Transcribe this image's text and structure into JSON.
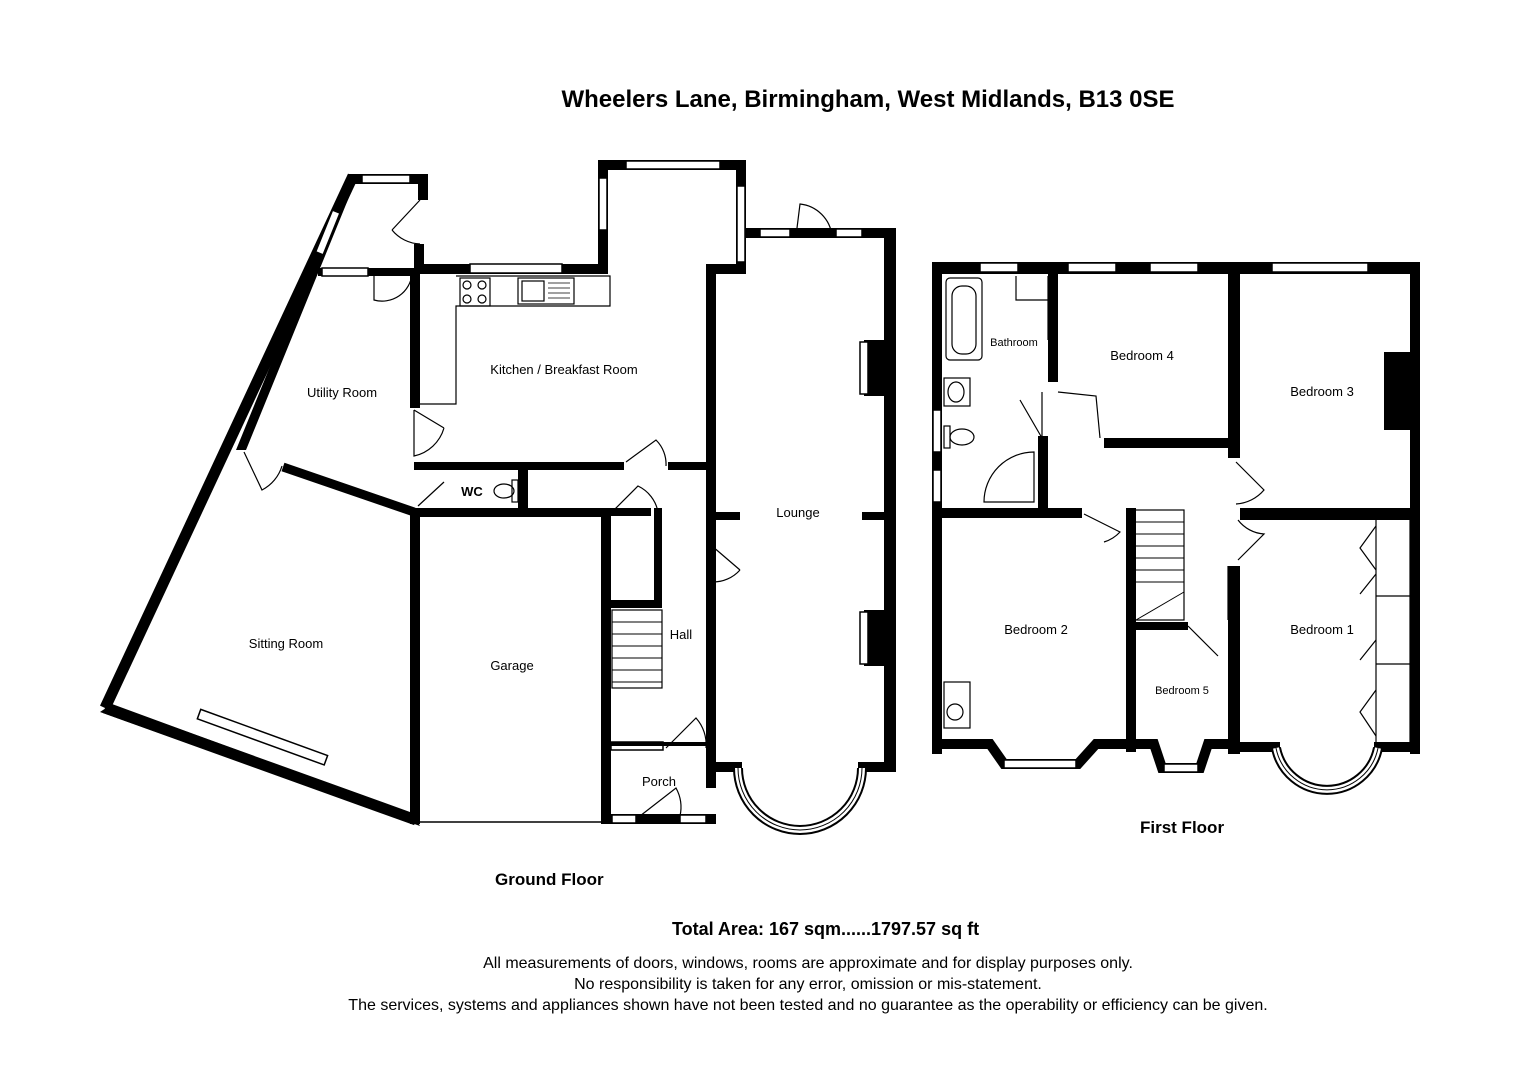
{
  "title": "Wheelers Lane, Birmingham, West Midlands, B13 0SE",
  "ground_floor": {
    "label": "Ground Floor",
    "rooms": {
      "utility": "Utility Room",
      "kitchen": "Kitchen / Breakfast Room",
      "lounge": "Lounge",
      "wc": "WC",
      "sitting": "Sitting Room",
      "garage": "Garage",
      "hall": "Hall",
      "porch": "Porch"
    }
  },
  "first_floor": {
    "label": "First Floor",
    "rooms": {
      "bathroom": "Bathroom",
      "bedroom4": "Bedroom 4",
      "bedroom3": "Bedroom 3",
      "bedroom2": "Bedroom 2",
      "bedroom1": "Bedroom 1",
      "bedroom5": "Bedroom 5"
    }
  },
  "total_area": "Total Area: 167 sqm......1797.57 sq ft",
  "disclaimer": [
    "All measurements of doors, windows, rooms are approximate and for display purposes only.",
    "No responsibility is taken for any error, omission or mis-statement.",
    "The services, systems and appliances shown have not been tested and no guarantee as the operability or efficiency can be given."
  ]
}
